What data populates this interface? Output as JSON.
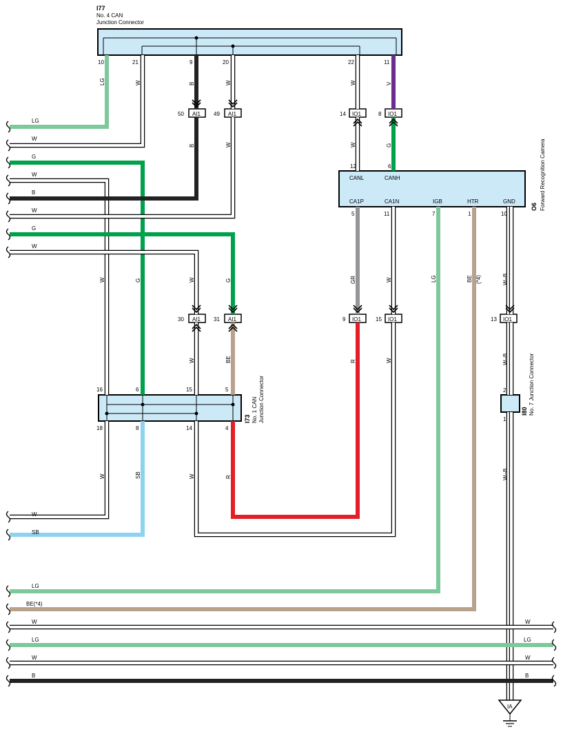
{
  "connectors": {
    "i77": {
      "id": "I77",
      "line1": "No.  4 CAN",
      "line2": "Junction Connector",
      "pins": [
        "10",
        "21",
        "9",
        "20",
        "22",
        "11"
      ]
    },
    "i73": {
      "id": "I73",
      "line1": "No.  1 CAN",
      "line2": "Junction Connector",
      "pins_top": [
        "16",
        "6",
        "15",
        "5"
      ],
      "pins_bottom": [
        "18",
        "8",
        "14",
        "4"
      ]
    },
    "o6": {
      "id": "O6",
      "name": "Forward Recognition Camera",
      "labels": [
        "CANL",
        "CANH",
        "CA1P",
        "CA1N",
        "IGB",
        "HTR",
        "GND"
      ],
      "pins_top": [
        "12",
        "6"
      ],
      "pins_bottom": [
        "5",
        "11",
        "7",
        "1",
        "10"
      ]
    },
    "i80": {
      "id": "I80",
      "name": "No.  7 Junction Connector",
      "pins": [
        "2",
        "1"
      ]
    }
  },
  "inline_connectors": {
    "ai1_50": {
      "pin": "50",
      "tag": "AI1"
    },
    "ai1_49": {
      "pin": "49",
      "tag": "AI1"
    },
    "io1_14": {
      "pin": "14",
      "tag": "IO1"
    },
    "io1_8": {
      "pin": "8",
      "tag": "IO1"
    },
    "ai1_30": {
      "pin": "30",
      "tag": "AI1"
    },
    "ai1_31": {
      "pin": "31",
      "tag": "AI1"
    },
    "io1_9": {
      "pin": "9",
      "tag": "IO1"
    },
    "io1_15": {
      "pin": "15",
      "tag": "IO1"
    },
    "io1_13": {
      "pin": "13",
      "tag": "IO1"
    }
  },
  "wire_colors": {
    "lg": "#7ec99b",
    "g": "#00a14b",
    "b": "#222222",
    "w": "#ffffff",
    "v": "#6b2d8f",
    "gr": "#939598",
    "r": "#e41e26",
    "be": "#b9a28c",
    "sb": "#8dd3ef",
    "box": "#cce9f8"
  },
  "wire_labels": {
    "v_i77_10": "LG",
    "v_i77_21": "W",
    "v_i77_9": "B",
    "v_i77_20": "W",
    "v_i77_22": "W",
    "v_i77_11": "V",
    "v_ai1_50": "B",
    "v_ai1_49": "W",
    "v_io1_14": "W",
    "v_io1_8": "G",
    "v_w155": "W",
    "v_g207": "G",
    "v_w280": "W",
    "v_g333": "G",
    "v_gr": "GR",
    "v_ca1n": "W",
    "v_igb": "LG",
    "v_htr": "BE",
    "v_htr_note": "(*4)",
    "v_gnd": "W–B",
    "v_be": "BE",
    "v_w_lower": "W",
    "v_r": "R",
    "v_io1_15_w": "W",
    "v_wb_mid": "W–B",
    "v_w18": "W",
    "v_sb": "SB",
    "v_w14": "W",
    "v_r4": "R",
    "v_wb_low": "W–B",
    "h_lg1": "LG",
    "h_w1": "W",
    "h_g1": "G",
    "h_w2": "W",
    "h_b1": "B",
    "h_w3": "W",
    "h_g2": "G",
    "h_w4": "W",
    "h_w5": "W",
    "h_sb": "SB",
    "h_lg2": "LG",
    "h_be": "BE(*4)",
    "h_w6_l": "W",
    "h_w6_r": "W",
    "h_lg3_l": "LG",
    "h_lg3_r": "LG",
    "h_w7_l": "W",
    "h_w7_r": "W",
    "h_b2_l": "B",
    "h_b2_r": "B"
  },
  "ground": {
    "label": "IA"
  }
}
